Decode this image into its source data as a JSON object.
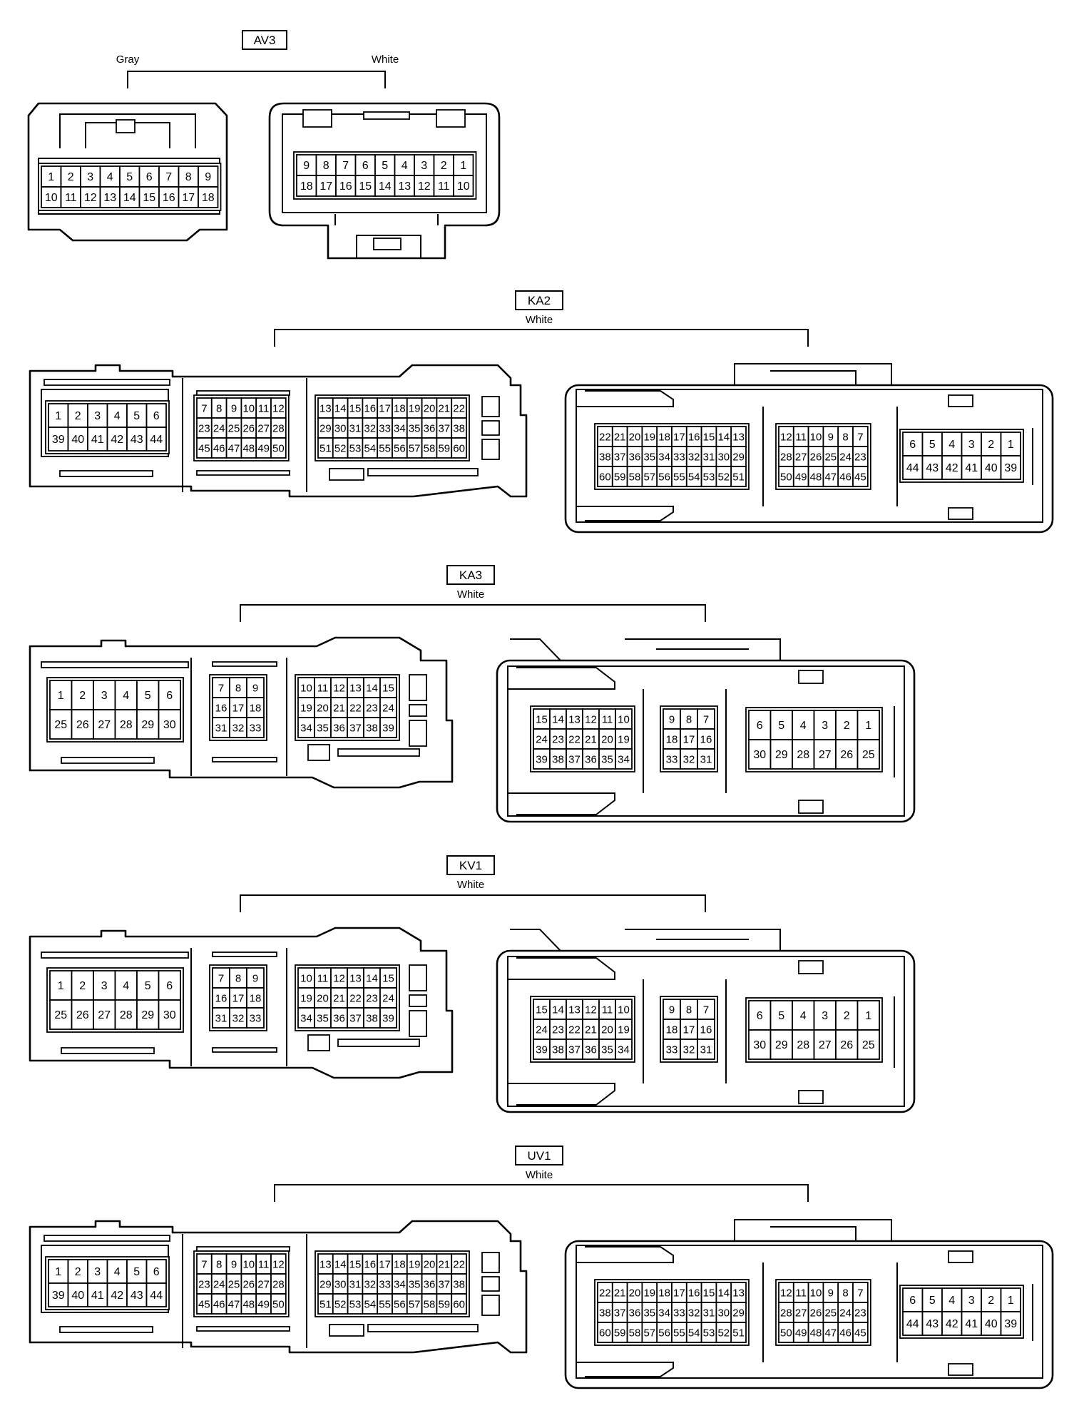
{
  "connectors": {
    "av3": {
      "label": "AV3",
      "color_left": "Gray",
      "color_right": "White",
      "left_face": [
        [
          "1",
          "2",
          "3",
          "4",
          "5",
          "6",
          "7",
          "8",
          "9"
        ],
        [
          "10",
          "11",
          "12",
          "13",
          "14",
          "15",
          "16",
          "17",
          "18"
        ]
      ],
      "right_face": [
        [
          "9",
          "8",
          "7",
          "6",
          "5",
          "4",
          "3",
          "2",
          "1"
        ],
        [
          "18",
          "17",
          "16",
          "15",
          "14",
          "13",
          "12",
          "11",
          "10"
        ]
      ]
    },
    "ka2": {
      "label": "KA2",
      "color": "White",
      "left_face": {
        "block_a": [
          [
            "1",
            "2",
            "3",
            "4",
            "5",
            "6"
          ],
          [
            "39",
            "40",
            "41",
            "42",
            "43",
            "44"
          ]
        ],
        "block_b": [
          [
            "7",
            "8",
            "9",
            "10",
            "11",
            "12"
          ],
          [
            "23",
            "24",
            "25",
            "26",
            "27",
            "28"
          ],
          [
            "45",
            "46",
            "47",
            "48",
            "49",
            "50"
          ]
        ],
        "block_c": [
          [
            "13",
            "14",
            "15",
            "16",
            "17",
            "18",
            "19",
            "20",
            "21",
            "22"
          ],
          [
            "29",
            "30",
            "31",
            "32",
            "33",
            "34",
            "35",
            "36",
            "37",
            "38"
          ],
          [
            "51",
            "52",
            "53",
            "54",
            "55",
            "56",
            "57",
            "58",
            "59",
            "60"
          ]
        ]
      },
      "right_face": {
        "block_a": [
          [
            "22",
            "21",
            "20",
            "19",
            "18",
            "17",
            "16",
            "15",
            "14",
            "13"
          ],
          [
            "38",
            "37",
            "36",
            "35",
            "34",
            "33",
            "32",
            "31",
            "30",
            "29"
          ],
          [
            "60",
            "59",
            "58",
            "57",
            "56",
            "55",
            "54",
            "53",
            "52",
            "51"
          ]
        ],
        "block_b": [
          [
            "12",
            "11",
            "10",
            "9",
            "8",
            "7"
          ],
          [
            "28",
            "27",
            "26",
            "25",
            "24",
            "23"
          ],
          [
            "50",
            "49",
            "48",
            "47",
            "46",
            "45"
          ]
        ],
        "block_c": [
          [
            "6",
            "5",
            "4",
            "3",
            "2",
            "1"
          ],
          [
            "44",
            "43",
            "42",
            "41",
            "40",
            "39"
          ]
        ]
      }
    },
    "ka3": {
      "label": "KA3",
      "color": "White",
      "left_face": {
        "block_a": [
          [
            "1",
            "2",
            "3",
            "4",
            "5",
            "6"
          ],
          [
            "25",
            "26",
            "27",
            "28",
            "29",
            "30"
          ]
        ],
        "block_b": [
          [
            "7",
            "8",
            "9"
          ],
          [
            "16",
            "17",
            "18"
          ],
          [
            "31",
            "32",
            "33"
          ]
        ],
        "block_c": [
          [
            "10",
            "11",
            "12",
            "13",
            "14",
            "15"
          ],
          [
            "19",
            "20",
            "21",
            "22",
            "23",
            "24"
          ],
          [
            "34",
            "35",
            "36",
            "37",
            "38",
            "39"
          ]
        ]
      },
      "right_face": {
        "block_a": [
          [
            "15",
            "14",
            "13",
            "12",
            "11",
            "10"
          ],
          [
            "24",
            "23",
            "22",
            "21",
            "20",
            "19"
          ],
          [
            "39",
            "38",
            "37",
            "36",
            "35",
            "34"
          ]
        ],
        "block_b": [
          [
            "9",
            "8",
            "7"
          ],
          [
            "18",
            "17",
            "16"
          ],
          [
            "33",
            "32",
            "31"
          ]
        ],
        "block_c": [
          [
            "6",
            "5",
            "4",
            "3",
            "2",
            "1"
          ],
          [
            "30",
            "29",
            "28",
            "27",
            "26",
            "25"
          ]
        ]
      }
    },
    "kv1": {
      "label": "KV1",
      "color": "White",
      "left_face": {
        "block_a": [
          [
            "1",
            "2",
            "3",
            "4",
            "5",
            "6"
          ],
          [
            "25",
            "26",
            "27",
            "28",
            "29",
            "30"
          ]
        ],
        "block_b": [
          [
            "7",
            "8",
            "9"
          ],
          [
            "16",
            "17",
            "18"
          ],
          [
            "31",
            "32",
            "33"
          ]
        ],
        "block_c": [
          [
            "10",
            "11",
            "12",
            "13",
            "14",
            "15"
          ],
          [
            "19",
            "20",
            "21",
            "22",
            "23",
            "24"
          ],
          [
            "34",
            "35",
            "36",
            "37",
            "38",
            "39"
          ]
        ]
      },
      "right_face": {
        "block_a": [
          [
            "15",
            "14",
            "13",
            "12",
            "11",
            "10"
          ],
          [
            "24",
            "23",
            "22",
            "21",
            "20",
            "19"
          ],
          [
            "39",
            "38",
            "37",
            "36",
            "35",
            "34"
          ]
        ],
        "block_b": [
          [
            "9",
            "8",
            "7"
          ],
          [
            "18",
            "17",
            "16"
          ],
          [
            "33",
            "32",
            "31"
          ]
        ],
        "block_c": [
          [
            "6",
            "5",
            "4",
            "3",
            "2",
            "1"
          ],
          [
            "30",
            "29",
            "28",
            "27",
            "26",
            "25"
          ]
        ]
      }
    },
    "uv1": {
      "label": "UV1",
      "color": "White",
      "left_face": {
        "block_a": [
          [
            "1",
            "2",
            "3",
            "4",
            "5",
            "6"
          ],
          [
            "39",
            "40",
            "41",
            "42",
            "43",
            "44"
          ]
        ],
        "block_b": [
          [
            "7",
            "8",
            "9",
            "10",
            "11",
            "12"
          ],
          [
            "23",
            "24",
            "25",
            "26",
            "27",
            "28"
          ],
          [
            "45",
            "46",
            "47",
            "48",
            "49",
            "50"
          ]
        ],
        "block_c": [
          [
            "13",
            "14",
            "15",
            "16",
            "17",
            "18",
            "19",
            "20",
            "21",
            "22"
          ],
          [
            "29",
            "30",
            "31",
            "32",
            "33",
            "34",
            "35",
            "36",
            "37",
            "38"
          ],
          [
            "51",
            "52",
            "53",
            "54",
            "55",
            "56",
            "57",
            "58",
            "59",
            "60"
          ]
        ]
      },
      "right_face": {
        "block_a": [
          [
            "22",
            "21",
            "20",
            "19",
            "18",
            "17",
            "16",
            "15",
            "14",
            "13"
          ],
          [
            "38",
            "37",
            "36",
            "35",
            "34",
            "33",
            "32",
            "31",
            "30",
            "29"
          ],
          [
            "60",
            "59",
            "58",
            "57",
            "56",
            "55",
            "54",
            "53",
            "52",
            "51"
          ]
        ],
        "block_b": [
          [
            "12",
            "11",
            "10",
            "9",
            "8",
            "7"
          ],
          [
            "28",
            "27",
            "26",
            "25",
            "24",
            "23"
          ],
          [
            "50",
            "49",
            "48",
            "47",
            "46",
            "45"
          ]
        ],
        "block_c": [
          [
            "6",
            "5",
            "4",
            "3",
            "2",
            "1"
          ],
          [
            "44",
            "43",
            "42",
            "41",
            "40",
            "39"
          ]
        ]
      }
    }
  }
}
